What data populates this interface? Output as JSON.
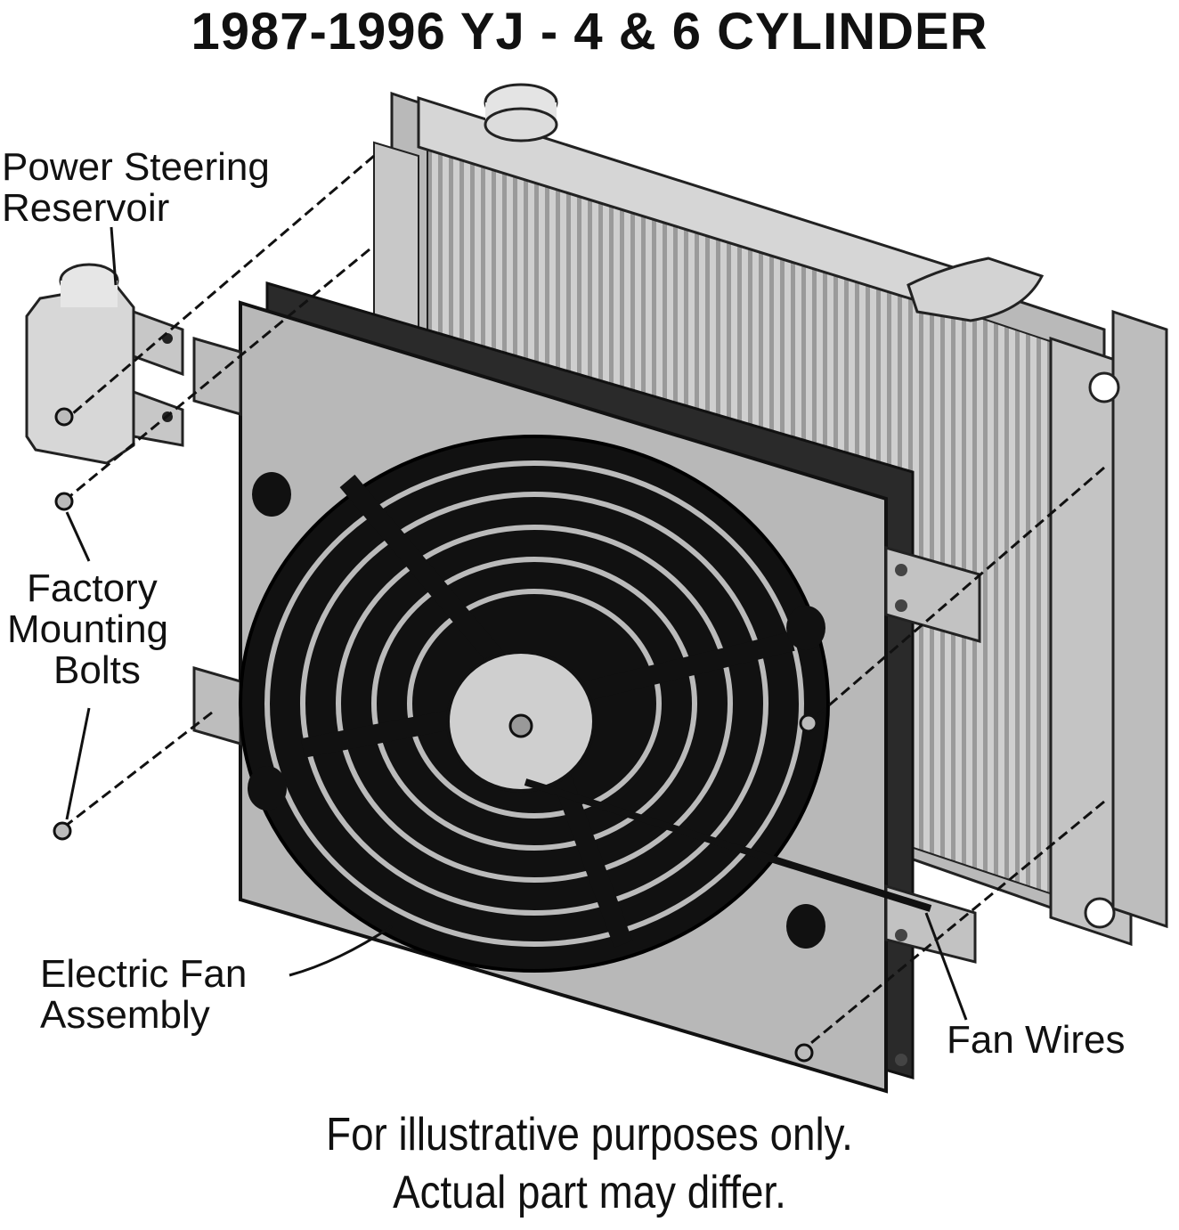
{
  "title": "1987-1996 YJ - 4 & 6 CYLINDER",
  "labels": {
    "power_steering_line1": "Power Steering",
    "power_steering_line2": "Reservoir",
    "mounting_line1": "Factory",
    "mounting_line2": "Mounting",
    "mounting_line3": "Bolts",
    "fan_assembly_line1": "Electric Fan",
    "fan_assembly_line2": "Assembly",
    "fan_wires": "Fan Wires"
  },
  "footer": {
    "line1": "For illustrative purposes only.",
    "line2": "Actual part may differ."
  }
}
